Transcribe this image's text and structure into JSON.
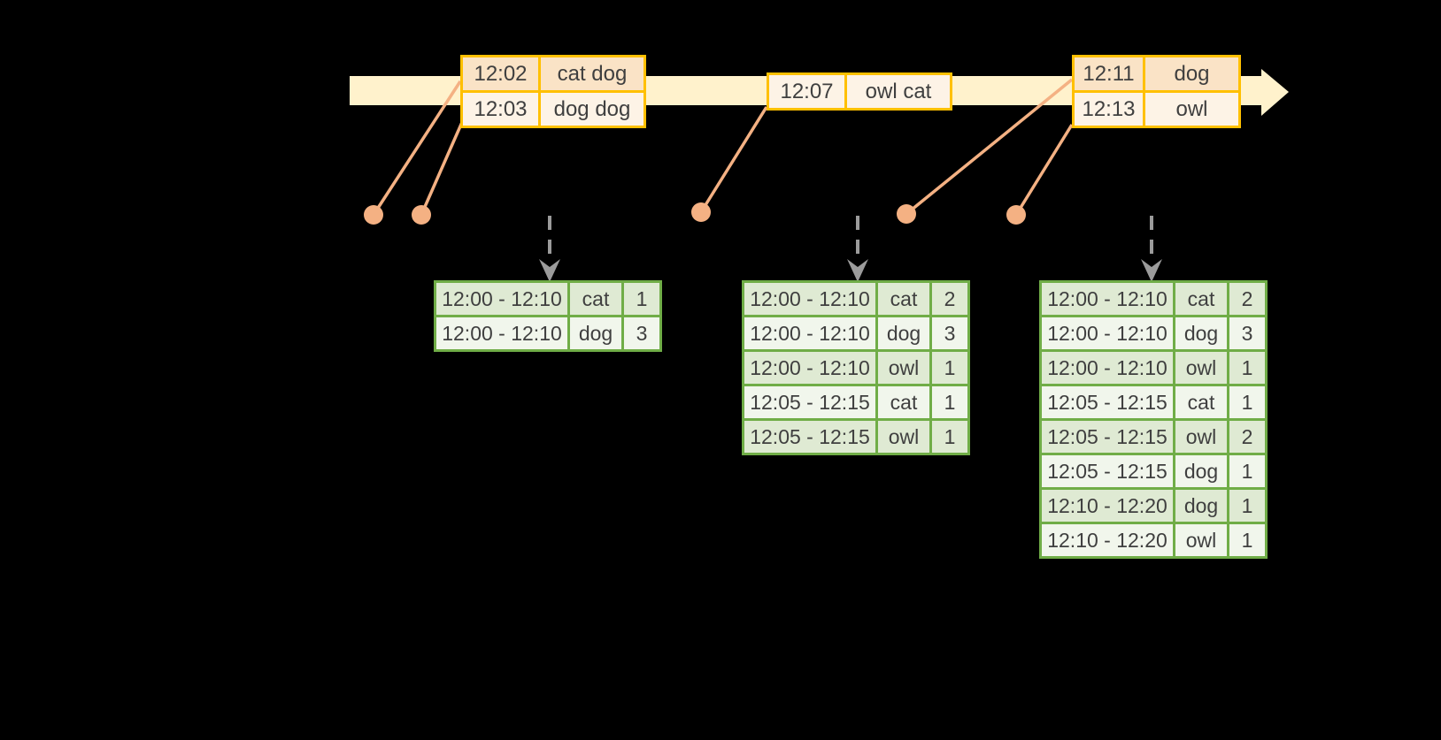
{
  "colors": {
    "background": "#000000",
    "timeline_fill": "#FFF2CC",
    "event_border": "#FFC000",
    "event_row_dark": "#FAE3C6",
    "event_row_light": "#FDF3E6",
    "connector": "#F4B183",
    "result_border": "#70AD47",
    "result_row_dark": "#DFEAD3",
    "result_row_light": "#F1F6EC",
    "trigger_arrow": "#9B9B9B",
    "text": "#3F3F3F"
  },
  "icons": [
    "timeline-arrow-icon",
    "event-dot-icon",
    "trigger-arrow-icon"
  ],
  "event_tables": [
    {
      "rows": [
        {
          "time": "12:02",
          "words": "cat dog"
        },
        {
          "time": "12:03",
          "words": "dog dog"
        }
      ]
    },
    {
      "rows": [
        {
          "time": "12:07",
          "words": "owl cat"
        }
      ]
    },
    {
      "rows": [
        {
          "time": "12:11",
          "words": "dog"
        },
        {
          "time": "12:13",
          "words": "owl"
        }
      ]
    }
  ],
  "result_tables": [
    {
      "rows": [
        {
          "window": "12:00 - 12:10",
          "word": "cat",
          "count": "1"
        },
        {
          "window": "12:00 - 12:10",
          "word": "dog",
          "count": "3"
        }
      ]
    },
    {
      "rows": [
        {
          "window": "12:00 - 12:10",
          "word": "cat",
          "count": "2"
        },
        {
          "window": "12:00 - 12:10",
          "word": "dog",
          "count": "3"
        },
        {
          "window": "12:00 - 12:10",
          "word": "owl",
          "count": "1"
        },
        {
          "window": "12:05 - 12:15",
          "word": "cat",
          "count": "1"
        },
        {
          "window": "12:05 - 12:15",
          "word": "owl",
          "count": "1"
        }
      ]
    },
    {
      "rows": [
        {
          "window": "12:00 - 12:10",
          "word": "cat",
          "count": "2"
        },
        {
          "window": "12:00 - 12:10",
          "word": "dog",
          "count": "3"
        },
        {
          "window": "12:00 - 12:10",
          "word": "owl",
          "count": "1"
        },
        {
          "window": "12:05 - 12:15",
          "word": "cat",
          "count": "1"
        },
        {
          "window": "12:05 - 12:15",
          "word": "owl",
          "count": "2"
        },
        {
          "window": "12:05 - 12:15",
          "word": "dog",
          "count": "1"
        },
        {
          "window": "12:10 - 12:20",
          "word": "dog",
          "count": "1"
        },
        {
          "window": "12:10 - 12:20",
          "word": "owl",
          "count": "1"
        }
      ]
    }
  ]
}
